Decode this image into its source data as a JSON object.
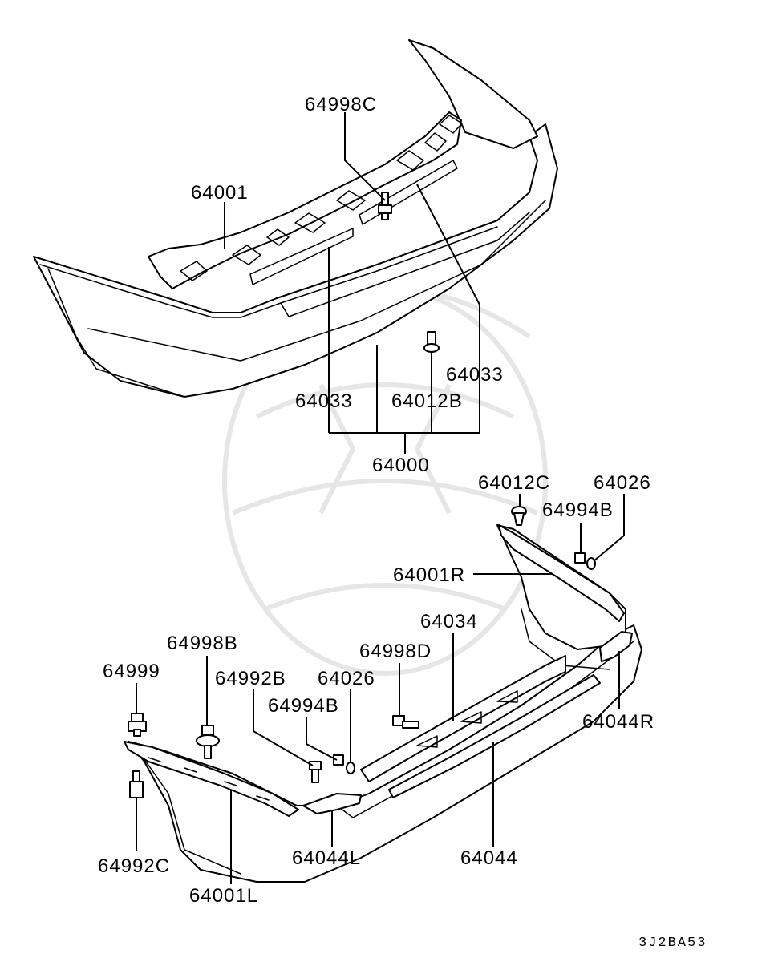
{
  "diagram": {
    "labels": {
      "p64998C": "64998C",
      "p64001": "64001",
      "p64033a": "64033",
      "p64033b": "64033",
      "p64012B": "64012B",
      "p64000": "64000",
      "p64012C": "64012C",
      "p64026a": "64026",
      "p64994Ba": "64994B",
      "p64001R": "64001R",
      "p64034": "64034",
      "p64998B": "64998B",
      "p64999": "64999",
      "p64998D": "64998D",
      "p64992B": "64992B",
      "p64026b": "64026",
      "p64994Bb": "64994B",
      "p64044R": "64044R",
      "p64992C": "64992C",
      "p64044L": "64044L",
      "p64044": "64044",
      "p64001L": "64001L"
    },
    "diagram_code": "3J2BA53"
  }
}
